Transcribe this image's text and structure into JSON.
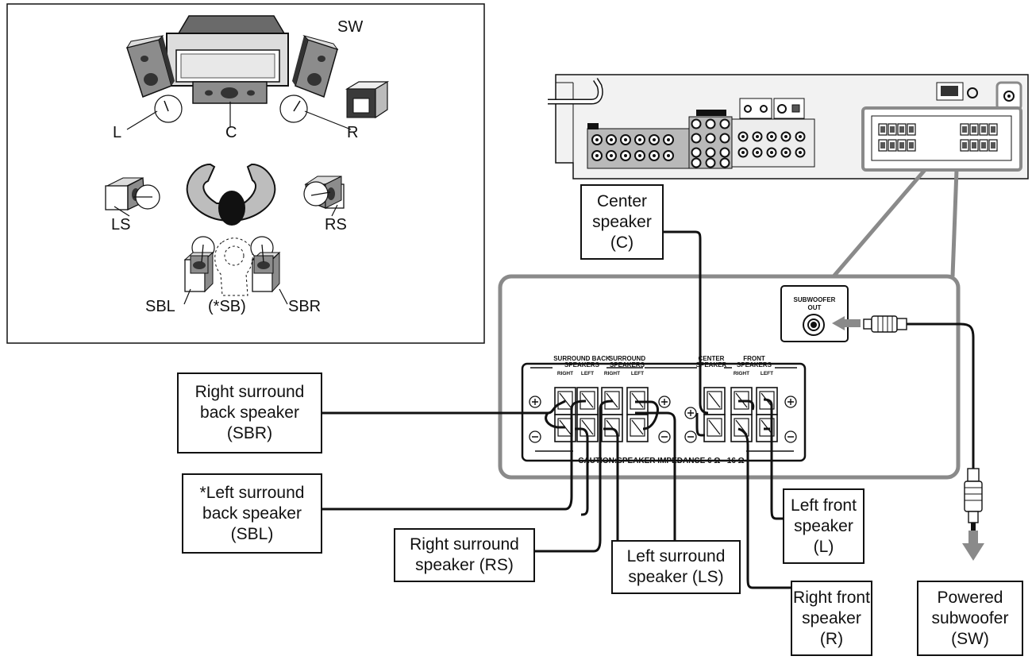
{
  "room_layout": {
    "labels": {
      "sw": "SW",
      "l": "L",
      "c": "C",
      "r": "R",
      "ls": "LS",
      "rs": "RS",
      "sbl": "SBL",
      "sb": "(*SB)",
      "sbr": "SBR"
    }
  },
  "terminal_panel": {
    "surround_back_title": "SURROUND BACK",
    "surround_back_title2": "SPEAKERS",
    "surround_title": "SURROUND",
    "surround_title2": "SPEAKERS",
    "center_title": "CENTER",
    "center_title2": "SPEAKER",
    "front_title": "FRONT",
    "front_title2": "SPEAKERS",
    "right": "RIGHT",
    "left": "LEFT",
    "caution": "CAUTION:SPEAKER IMPEDANCE 6 Ω –16 Ω",
    "subwoofer_label1": "SUBWOOFER",
    "subwoofer_label2": "OUT"
  },
  "callouts": {
    "center_speaker": "Center\nspeaker\n(C)",
    "right_surround_back": "Right surround\nback speaker\n(SBR)",
    "left_surround_back": "*Left surround\nback speaker\n(SBL)",
    "right_surround": "Right surround\nspeaker (RS)",
    "left_surround": "Left surround\nspeaker (LS)",
    "left_front": "Left front\nspeaker\n(L)",
    "right_front": "Right front\nspeaker\n(R)",
    "powered_subwoofer": "Powered\nsubwoofer\n(SW)"
  },
  "colors": {
    "line": "#111111",
    "panel_gray": "#9a9a9a",
    "receiver_fill": "#f2f2f2",
    "speaker_gray": "#8c8c8c",
    "dark": "#3a3a3a",
    "arrow_gray": "#8a8a8a"
  }
}
